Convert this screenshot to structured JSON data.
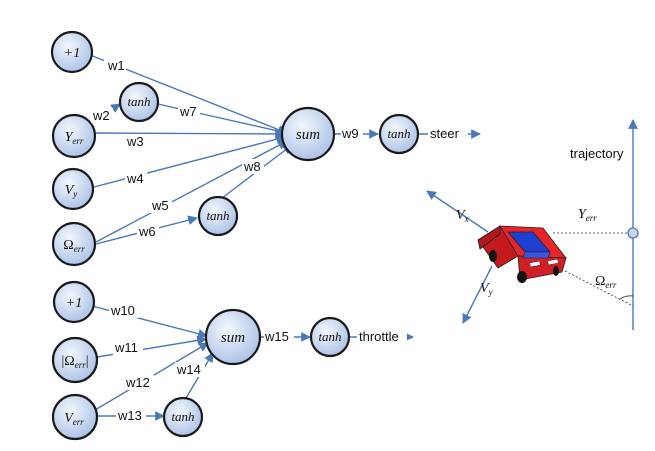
{
  "steer_network": {
    "inputs": [
      {
        "id": "bias1",
        "label": "+1"
      },
      {
        "id": "yerr",
        "label_main": "Y",
        "label_sub": "err"
      },
      {
        "id": "vy",
        "label_main": "V",
        "label_sub": "y"
      },
      {
        "id": "omega",
        "label_main": "Ω",
        "label_sub": "err"
      }
    ],
    "hidden": [
      "tanh",
      "tanh"
    ],
    "sum_label": "sum",
    "out_tanh": "tanh",
    "output_label": "steer",
    "weights": {
      "w1": "w1",
      "w2": "w2",
      "w3": "w3",
      "w4": "w4",
      "w5": "w5",
      "w6": "w6",
      "w7": "w7",
      "w8": "w8",
      "w9": "w9"
    }
  },
  "throttle_network": {
    "inputs": [
      {
        "id": "bias2",
        "label": "+1"
      },
      {
        "id": "absomega",
        "label_main": "|Ω",
        "label_sub": "err",
        "label_close": "|"
      },
      {
        "id": "verr",
        "label_main": "V",
        "label_sub": "err"
      }
    ],
    "hidden": [
      "tanh"
    ],
    "sum_label": "sum",
    "out_tanh": "tanh",
    "output_label": "throttle",
    "weights": {
      "w10": "w10",
      "w11": "w11",
      "w12": "w12",
      "w13": "w13",
      "w14": "w14",
      "w15": "w15"
    }
  },
  "vehicle_diagram": {
    "trajectory_label": "trajectory",
    "vx": {
      "main": "V",
      "sub": "x"
    },
    "vy": {
      "main": "V",
      "sub": "y"
    },
    "yerr": {
      "main": "Y",
      "sub": "err"
    },
    "omega": {
      "main": "Ω",
      "sub": "err"
    }
  },
  "colors": {
    "edge": "#4a78b8",
    "node_fill_light": "#eef3fb",
    "node_fill_dark": "#a9c0e6",
    "car_red": "#e8232a",
    "car_blue": "#1f3fd1"
  }
}
